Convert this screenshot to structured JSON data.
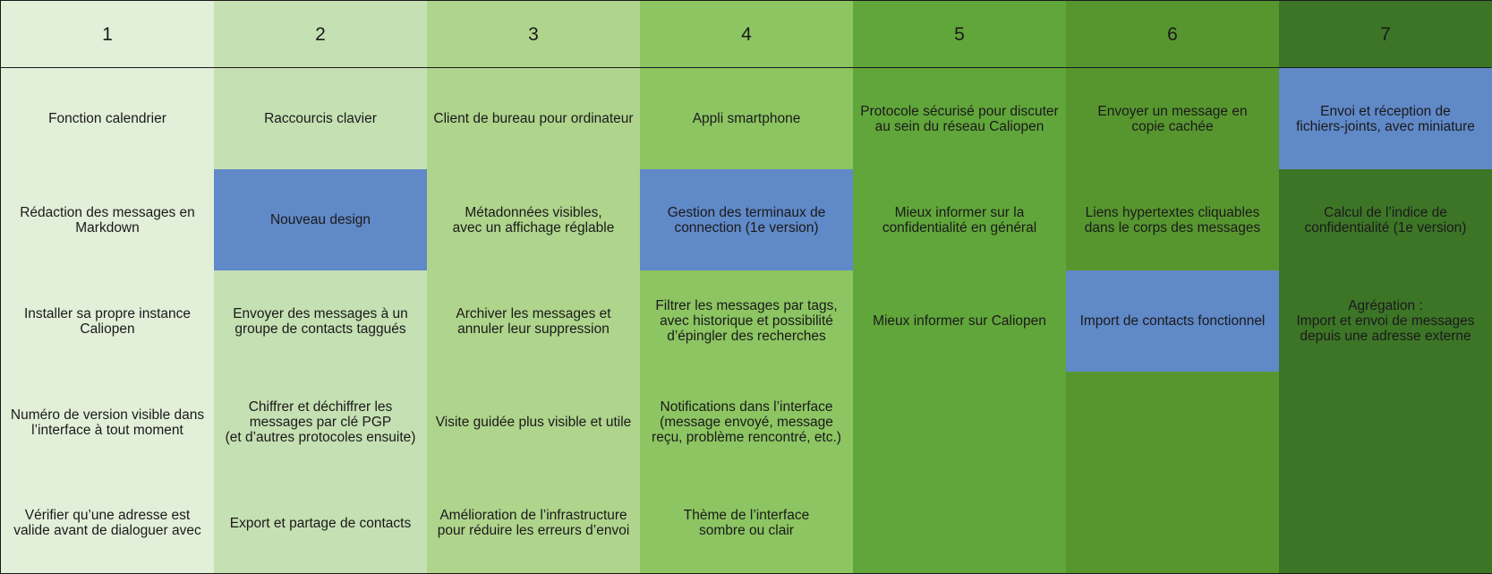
{
  "colors": {
    "columns": [
      "#e2efd9",
      "#c5e0b3",
      "#afd48c",
      "#8cc562",
      "#61a63a",
      "#57962f",
      "#3d7527"
    ],
    "highlight": "#6089c8"
  },
  "columns": [
    {
      "label": "1",
      "items": [
        {
          "text": "Fonction calendrier",
          "highlight": false
        },
        {
          "text": "Rédaction des messages en\nMarkdown",
          "highlight": false
        },
        {
          "text": "Installer sa propre instance\nCaliopen",
          "highlight": false
        },
        {
          "text": "Numéro de version visible dans\nl’interface à tout moment",
          "highlight": false
        },
        {
          "text": "Vérifier qu’une adresse est\nvalide avant de dialoguer avec",
          "highlight": false
        }
      ]
    },
    {
      "label": "2",
      "items": [
        {
          "text": "Raccourcis clavier",
          "highlight": false
        },
        {
          "text": "Nouveau design",
          "highlight": true
        },
        {
          "text": "Envoyer des messages à un\ngroupe de contacts taggués",
          "highlight": false
        },
        {
          "text": "Chiffrer et déchiffrer les\nmessages par clé PGP\n(et d’autres protocoles ensuite)",
          "highlight": false
        },
        {
          "text": "Export et partage de contacts",
          "highlight": false
        }
      ]
    },
    {
      "label": "3",
      "items": [
        {
          "text": "Client de bureau pour ordinateur",
          "highlight": false
        },
        {
          "text": "Métadonnées visibles,\navec un affichage réglable",
          "highlight": false
        },
        {
          "text": "Archiver les messages et\nannuler leur suppression",
          "highlight": false
        },
        {
          "text": "Visite guidée plus visible et utile",
          "highlight": false
        },
        {
          "text": "Amélioration de l’infrastructure\npour réduire les erreurs d’envoi",
          "highlight": false
        }
      ]
    },
    {
      "label": "4",
      "items": [
        {
          "text": "Appli smartphone",
          "highlight": false
        },
        {
          "text": "Gestion des terminaux de\nconnection (1e version)",
          "highlight": true
        },
        {
          "text": "Filtrer les messages par tags,\navec historique et possibilité\nd’épingler des recherches",
          "highlight": false
        },
        {
          "text": "Notifications dans l’interface\n(message envoyé, message\nreçu, problème rencontré, etc.)",
          "highlight": false
        },
        {
          "text": "Thème de l’interface\nsombre ou clair",
          "highlight": false
        }
      ]
    },
    {
      "label": "5",
      "items": [
        {
          "text": "Protocole sécurisé pour discuter\nau sein du réseau Caliopen",
          "highlight": false
        },
        {
          "text": "Mieux informer sur la\nconfidentialité en général",
          "highlight": false
        },
        {
          "text": "Mieux informer sur Caliopen",
          "highlight": false
        },
        {
          "text": "",
          "highlight": false
        },
        {
          "text": "",
          "highlight": false
        }
      ]
    },
    {
      "label": "6",
      "items": [
        {
          "text": "Envoyer un message en\ncopie cachée",
          "highlight": false
        },
        {
          "text": "Liens hypertextes cliquables\ndans le corps des messages",
          "highlight": false
        },
        {
          "text": "Import de contacts fonctionnel",
          "highlight": true
        },
        {
          "text": "",
          "highlight": false
        },
        {
          "text": "",
          "highlight": false
        }
      ]
    },
    {
      "label": "7",
      "items": [
        {
          "text": "Envoi et réception de\nfichiers-joints, avec miniature",
          "highlight": true
        },
        {
          "text": "Calcul  de l’indice de\nconfidentialité (1e version)",
          "highlight": false
        },
        {
          "text": "Agrégation :\nImport et envoi de messages\ndepuis une adresse externe",
          "highlight": false
        },
        {
          "text": "",
          "highlight": false
        },
        {
          "text": "",
          "highlight": false
        }
      ]
    }
  ]
}
